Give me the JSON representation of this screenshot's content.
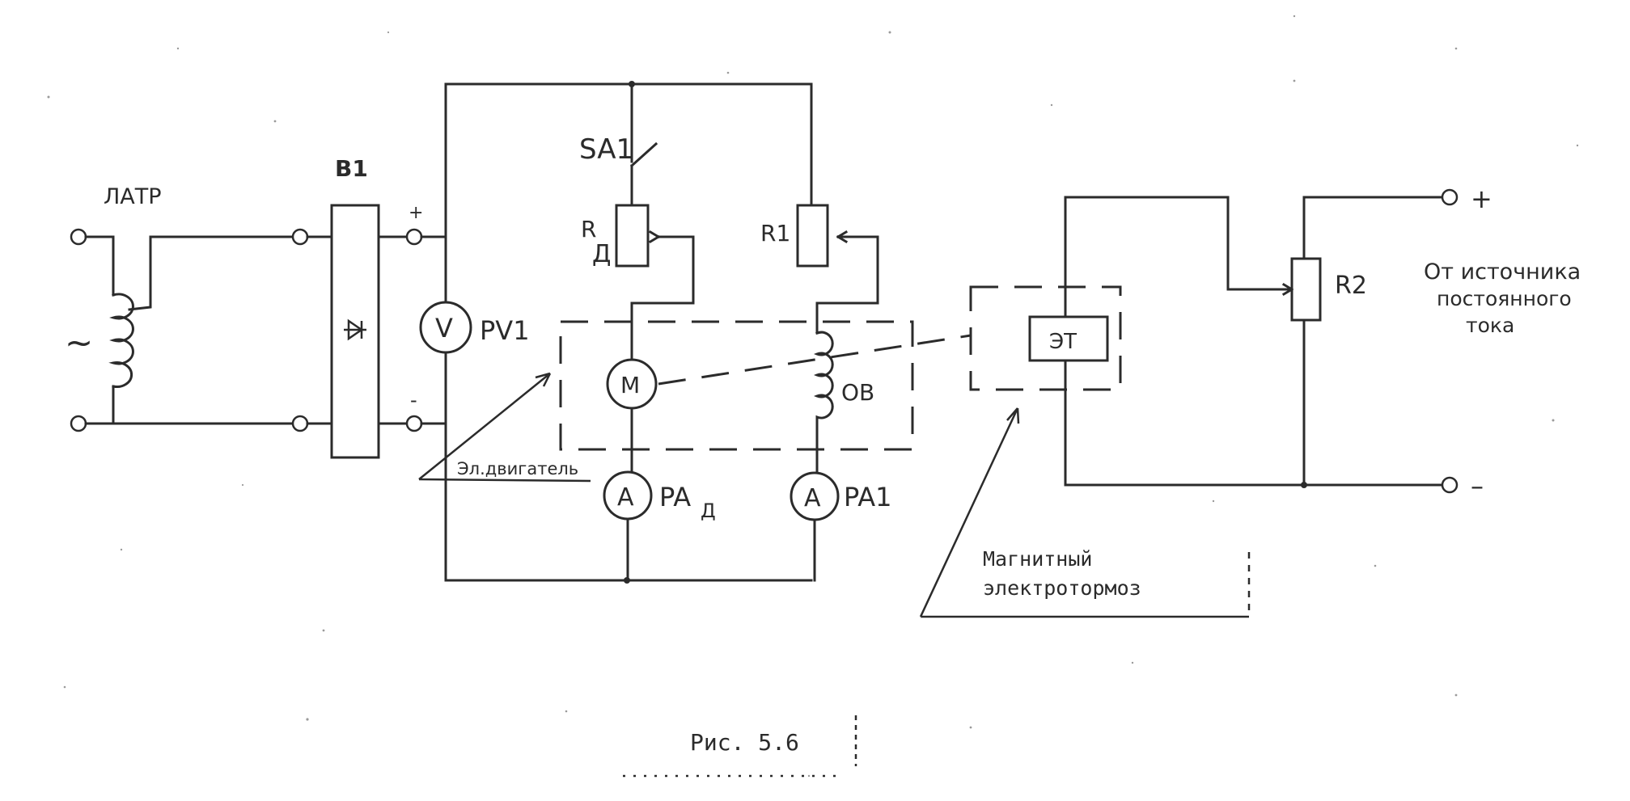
{
  "labels": {
    "latr": "ЛАТР",
    "ac_symbol": "~",
    "rectifier": "B1",
    "plus_left": "+",
    "minus_left": "-",
    "voltmeter_symbol": "V",
    "voltmeter_ref": "PV1",
    "switch_ref": "SA1",
    "motor_resistor_main": "R",
    "motor_resistor_sub": "Д",
    "resistor1": "R1",
    "motor_symbol": "M",
    "field_winding": "ОВ",
    "motor_caption": "Эл.двигатель",
    "ammeter_symbol": "A",
    "ammeter_motor_main": "PA",
    "ammeter_motor_sub": "Д",
    "ammeter_field": "PA1",
    "brake": "ЭТ",
    "brake_caption_line1": "Магнитный",
    "brake_caption_line2": "электротормоз",
    "resistor2": "R2",
    "dc_source_line1": "От источника",
    "dc_source_line2": "постоянного",
    "dc_source_line3": "тока",
    "plus_right": "+",
    "minus_right": "–",
    "figure_caption": "Рис. 5.6"
  }
}
